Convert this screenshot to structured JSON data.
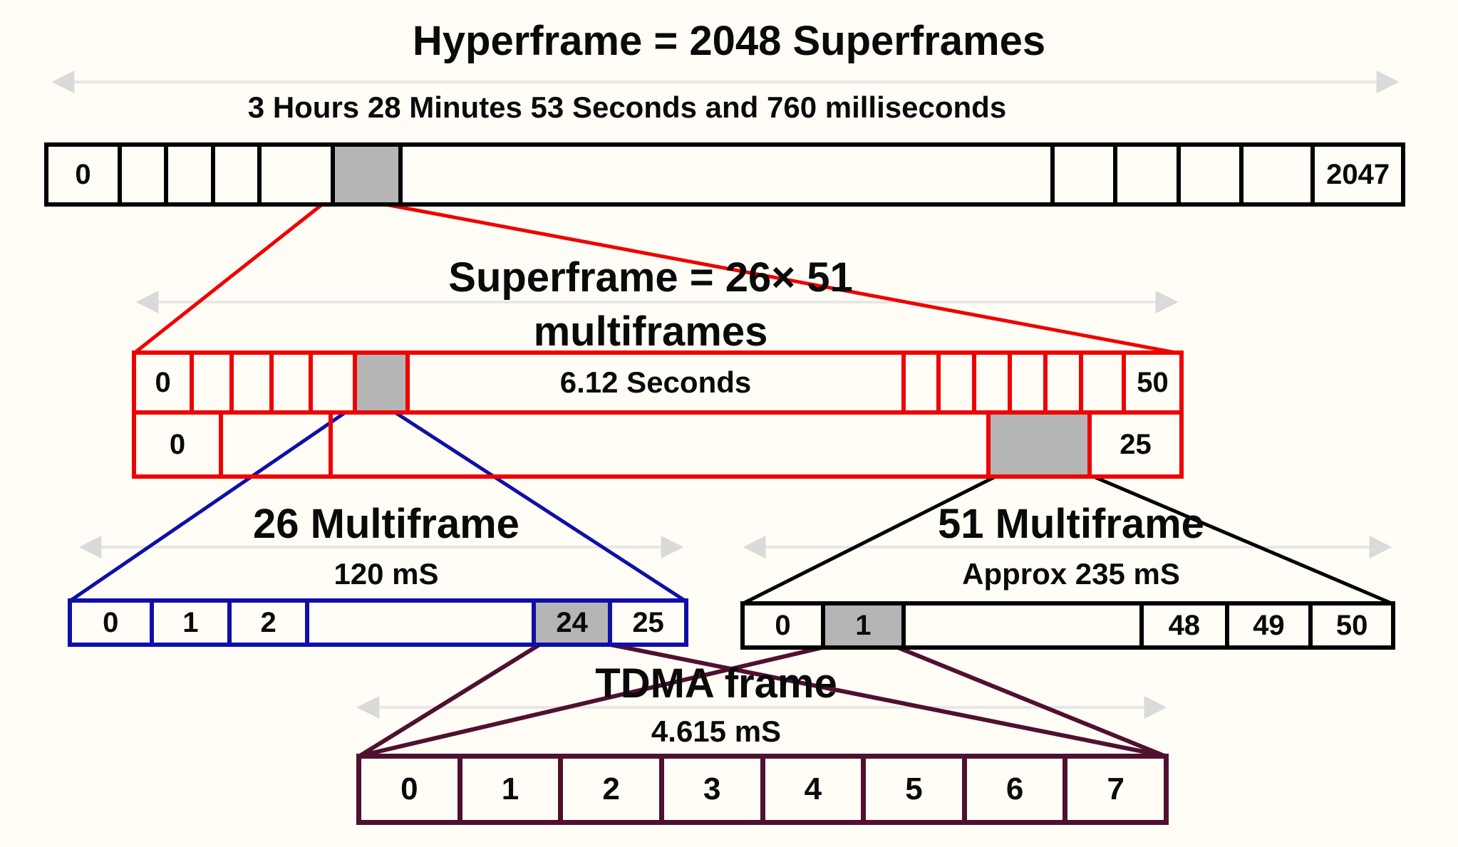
{
  "diagram": {
    "hyperframe": {
      "title": "Hyperframe = 2048 Superframes",
      "duration": "3 Hours 28 Minutes 53 Seconds and 760 milliseconds",
      "first_cell": "0",
      "last_cell": "2047"
    },
    "superframe": {
      "title_line1": "Superframe = 26× 51",
      "title_line2": "multiframes",
      "duration": "6.12 Seconds",
      "row51_first": "0",
      "row51_last": "50",
      "row26_first": "0",
      "row26_last": "25"
    },
    "multiframe26": {
      "title": "26 Multiframe",
      "duration": "120 mS",
      "cells": [
        "0",
        "1",
        "2",
        "24",
        "25"
      ]
    },
    "multiframe51": {
      "title": "51 Multiframe",
      "duration": "Approx 235 mS",
      "cells": [
        "0",
        "1",
        "48",
        "49",
        "50"
      ]
    },
    "tdma": {
      "title": "TDMA frame",
      "duration": "4.615 mS",
      "slots": [
        "0",
        "1",
        "2",
        "3",
        "4",
        "5",
        "6",
        "7"
      ]
    },
    "colors": {
      "hyperframe_border": "#000000",
      "superframe_border": "#ee0202",
      "multiframe26_border": "#0f0fa8",
      "multiframe51_border": "#000000",
      "tdma_border": "#50102f",
      "highlight_fill": "#b5b5b5"
    }
  }
}
